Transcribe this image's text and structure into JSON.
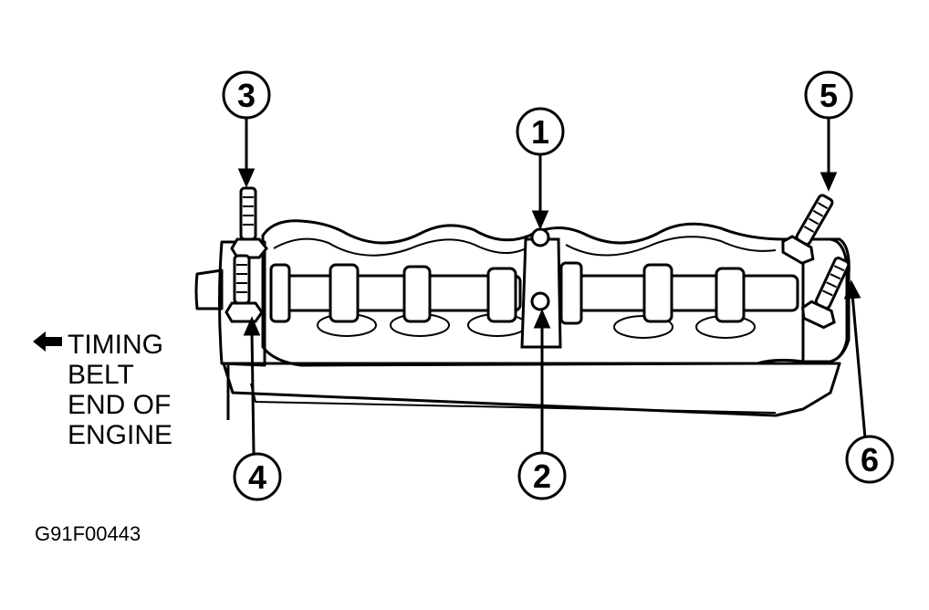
{
  "callouts": [
    {
      "number": "1"
    },
    {
      "number": "2"
    },
    {
      "number": "3"
    },
    {
      "number": "4"
    },
    {
      "number": "5"
    },
    {
      "number": "6"
    }
  ],
  "direction_label": {
    "lines": [
      "TIMING",
      "BELT",
      "END OF",
      "ENGINE"
    ]
  },
  "figure_code": "G91F00443",
  "icons": {
    "direction_arrow": "arrow-left-icon"
  }
}
